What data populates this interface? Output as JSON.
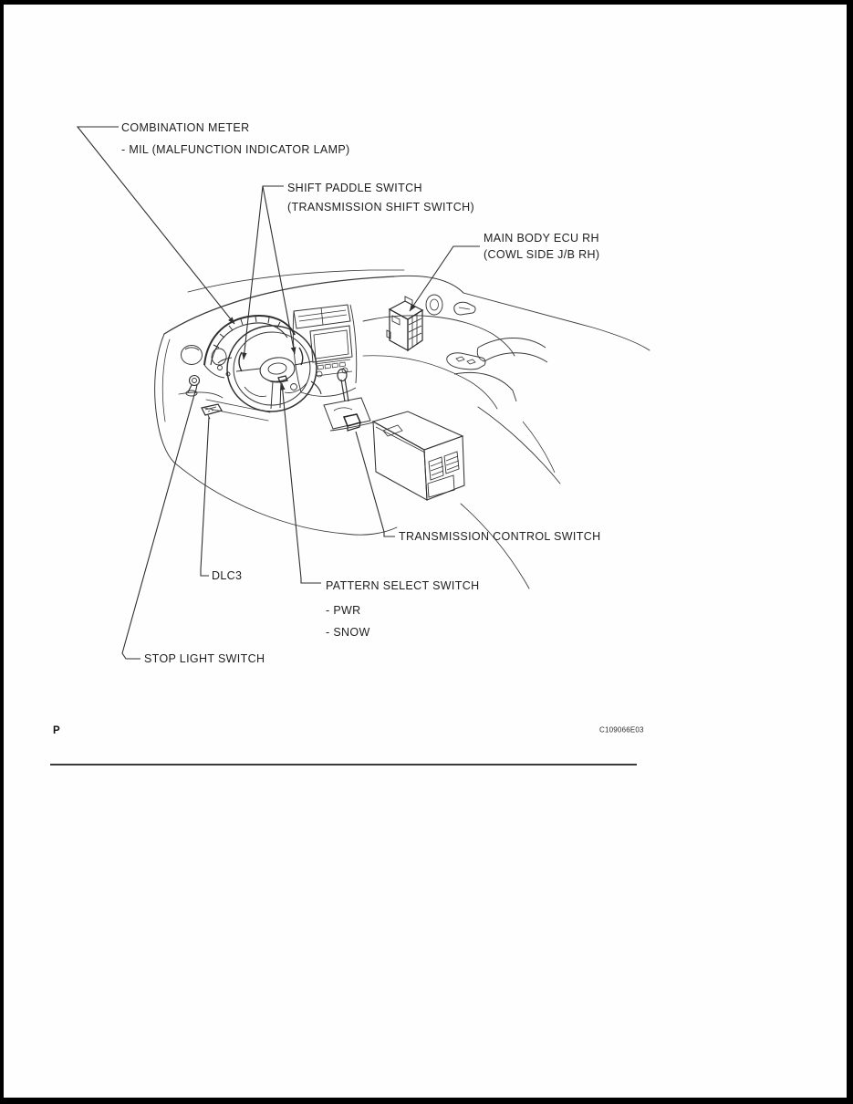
{
  "document": {
    "page_letter": "P",
    "figure_code": "C109066E03"
  },
  "diagram": {
    "callouts": {
      "combination_meter": {
        "title": "COMBINATION METER",
        "items": [
          "- MIL (MALFUNCTION INDICATOR LAMP)"
        ]
      },
      "shift_paddle_switch": {
        "title": "SHIFT PADDLE SWITCH",
        "items": [
          "(TRANSMISSION SHIFT SWITCH)"
        ]
      },
      "main_body_ecu": {
        "title": "MAIN BODY ECU RH",
        "items": [
          "(COWL SIDE J/B RH)"
        ]
      },
      "transmission_control_switch": {
        "title": "TRANSMISSION CONTROL SWITCH"
      },
      "dlc3": {
        "title": "DLC3"
      },
      "pattern_select_switch": {
        "title": "PATTERN SELECT SWITCH",
        "items": [
          "- PWR",
          "- SNOW"
        ]
      },
      "stop_light_switch": {
        "title": "STOP LIGHT SWITCH"
      }
    },
    "colors": {
      "ink": "#3a3a3a",
      "leader": "#2f2f2f",
      "label_text": "#1e1e1e",
      "page_frame": "#000000",
      "paper": "#fefefe"
    }
  }
}
